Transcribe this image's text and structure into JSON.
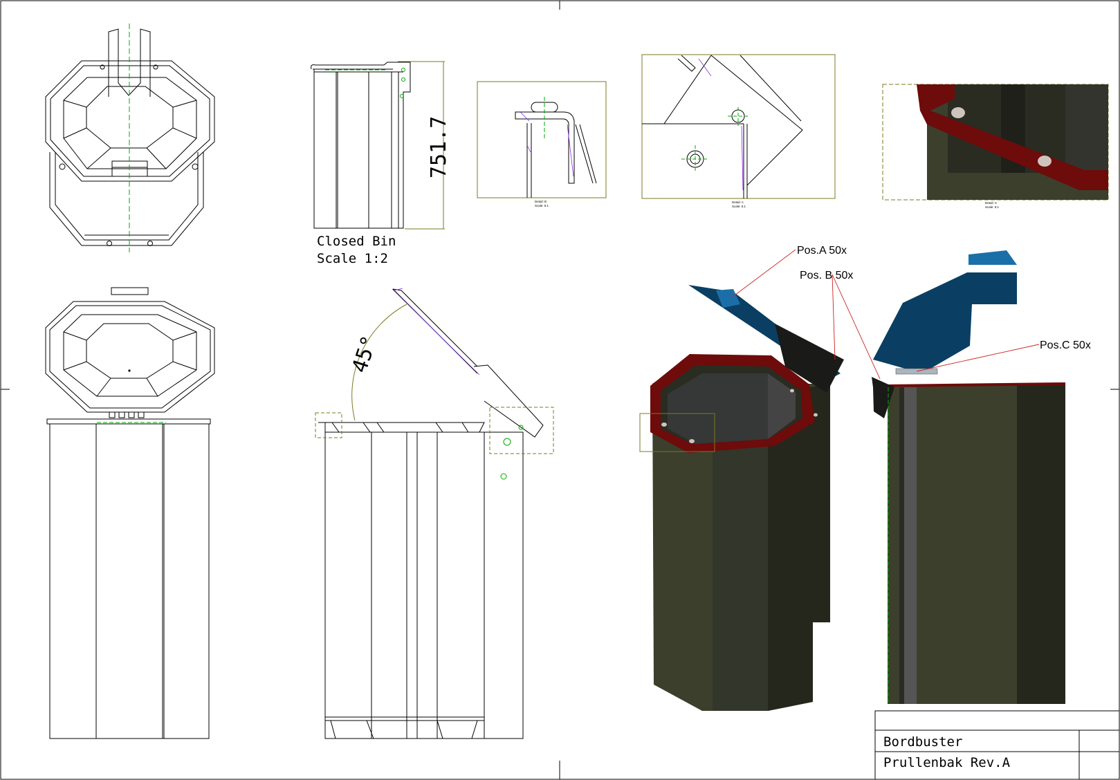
{
  "closed_view": {
    "title_line1": "Closed Bin",
    "title_line2": "Scale 1:2",
    "height_dimension": "751.7"
  },
  "opening_angle": "45°",
  "details": {
    "detail_b": {
      "name": "Detail: B",
      "scale": "Scale: 5:1"
    },
    "detail_a": {
      "name": "Detail: A",
      "scale": "Scale: 5:1"
    },
    "detail_c": {
      "name": "Detail: C",
      "scale": "Scale: 5:1"
    }
  },
  "callouts": {
    "pos_a": "Pos.A 50x",
    "pos_b": "Pos. B 50x",
    "pos_c": "Pos.C 50x"
  },
  "title_block": {
    "project": "Bordbuster",
    "part": "Prullenbak Rev.A"
  },
  "colors": {
    "body_dark_green": "#3b3f2c",
    "body_shadow": "#25271c",
    "rim_red": "#6e0b0b",
    "lid_blue": "#0a3f63",
    "lid_light_blue": "#1b6fa8",
    "centerline_green": "#00aa00",
    "dimension_olive": "#7a7a20",
    "callout_red": "#cc2222"
  }
}
